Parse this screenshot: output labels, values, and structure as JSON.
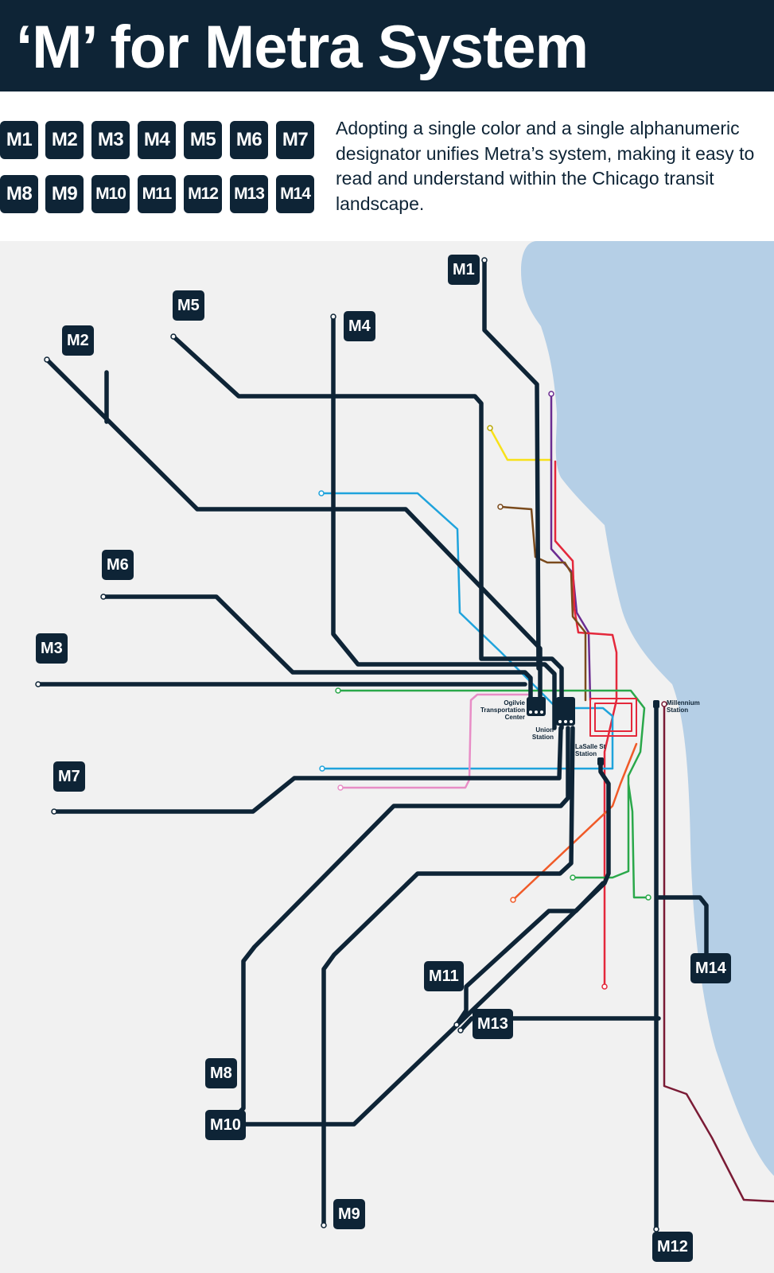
{
  "header": {
    "title": "‘M’ for Metra System"
  },
  "legend": {
    "row1": [
      "M1",
      "M2",
      "M3",
      "M4",
      "M5",
      "M6",
      "M7"
    ],
    "row2": [
      "M8",
      "M9",
      "M10",
      "M11",
      "M12",
      "M13",
      "M14"
    ],
    "description": "Adopting a single color and a single alphanumeric designator unifies Metra’s system, making it easy to read and understand within the Chicago transit landscape."
  },
  "map": {
    "line_labels": {
      "m1": "M1",
      "m2": "M2",
      "m3": "M3",
      "m4": "M4",
      "m5": "M5",
      "m6": "M6",
      "m7": "M7",
      "m8": "M8",
      "m9": "M9",
      "m10": "M10",
      "m11": "M11",
      "m12": "M12",
      "m13": "M13",
      "m14": "M14"
    },
    "stations": {
      "ogilvie": "Ogilvie Transportation Center",
      "union": "Union Station",
      "lasalle": "LaSalle St Station",
      "millennium": "Millennium Station"
    },
    "colors": {
      "metra": "#0e2436",
      "lake": "#b5cfe6",
      "land": "#f1f1f1",
      "cta_blue": "#1fa3dc",
      "cta_green": "#2aa84a",
      "cta_pink": "#e88dc6",
      "cta_red": "#e4283b",
      "cta_purple": "#6b2c91",
      "cta_brown": "#7a4a1c",
      "cta_orange": "#f05a28",
      "cta_yellow": "#f8e11a",
      "south_shore": "#7a1b35"
    }
  }
}
